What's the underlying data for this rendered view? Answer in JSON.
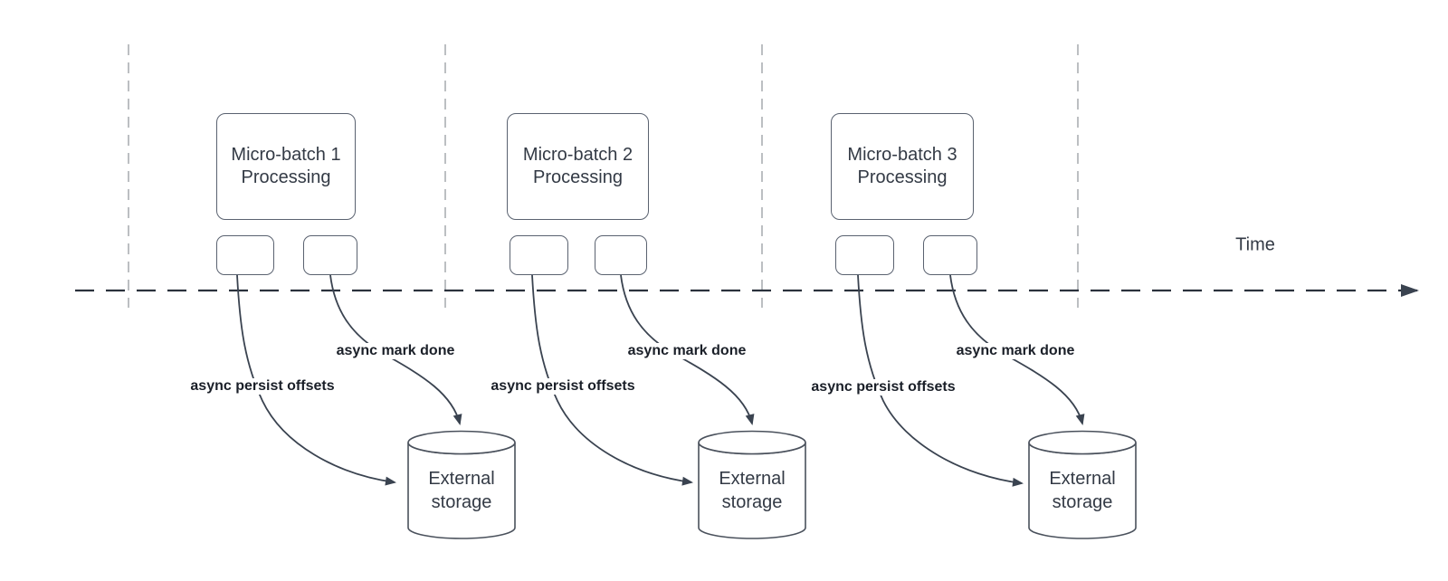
{
  "diagram": {
    "time_axis": {
      "label": "Time"
    },
    "batches": [
      {
        "title": "Micro-batch 1\nProcessing",
        "persist_label": "async persist offsets",
        "mark_done_label": "async mark done",
        "storage_label": "External\nstorage"
      },
      {
        "title": "Micro-batch 2\nProcessing",
        "persist_label": "async persist offsets",
        "mark_done_label": "async mark done",
        "storage_label": "External\nstorage"
      },
      {
        "title": "Micro-batch 3\nProcessing",
        "persist_label": "async persist offsets",
        "mark_done_label": "async mark done",
        "storage_label": "External\nstorage"
      }
    ],
    "colors": {
      "edge_stroke": "#3a4350",
      "shape_border": "#5a6270",
      "guide_line": "#b5b8bc",
      "title_text": "#333a45",
      "edge_label_text": "#1a1f28",
      "background": "#ffffff"
    }
  }
}
